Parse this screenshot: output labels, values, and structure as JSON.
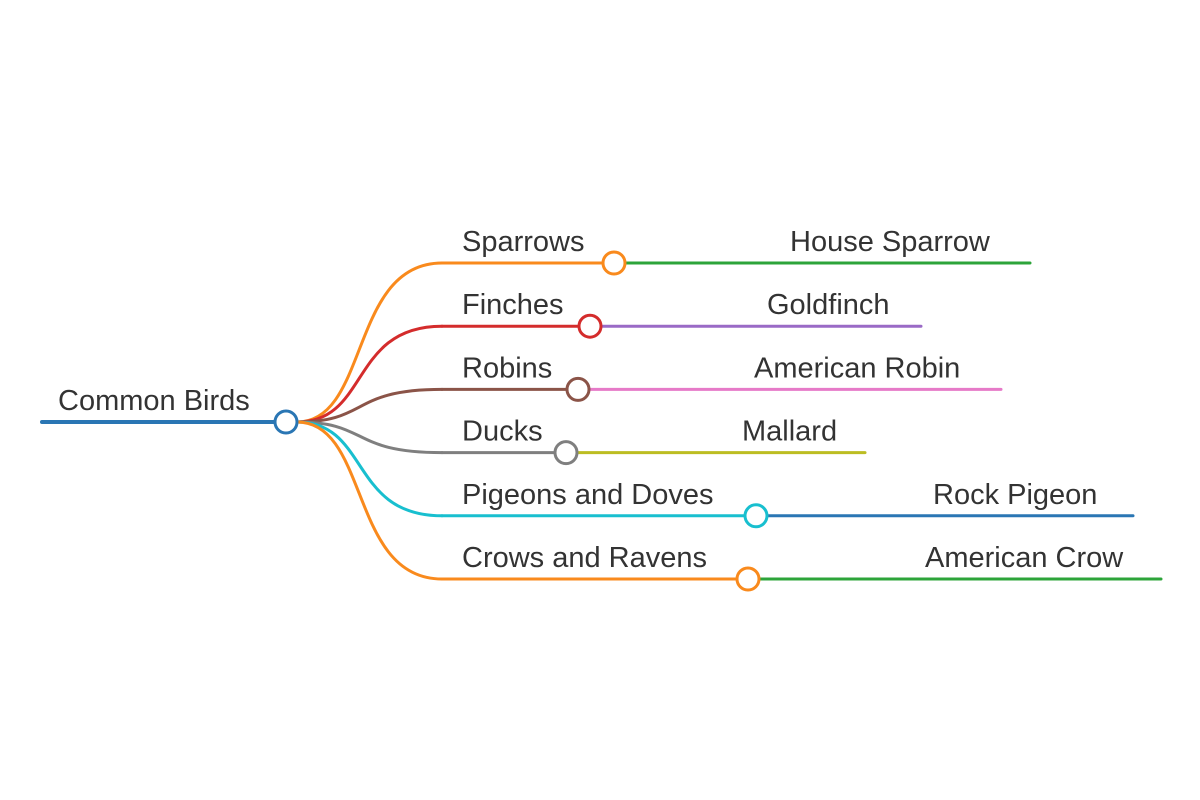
{
  "root": {
    "label": "Common Birds",
    "color": "#2a76b4"
  },
  "branches": [
    {
      "label": "Sparrows",
      "color": "#f98a1d",
      "child": {
        "label": "House Sparrow",
        "color": "#2da43a"
      }
    },
    {
      "label": "Finches",
      "color": "#d42c2c",
      "child": {
        "label": "Goldfinch",
        "color": "#9a6ac6"
      }
    },
    {
      "label": "Robins",
      "color": "#8b5448",
      "child": {
        "label": "American Robin",
        "color": "#e67ac8"
      }
    },
    {
      "label": "Ducks",
      "color": "#7f7f7f",
      "child": {
        "label": "Mallard",
        "color": "#bcbd22"
      }
    },
    {
      "label": "Pigeons and Doves",
      "color": "#18bfcf",
      "child": {
        "label": "Rock Pigeon",
        "color": "#2a76b4"
      }
    },
    {
      "label": "Crows and Ravens",
      "color": "#f98a1d",
      "child": {
        "label": "American Crow",
        "color": "#2da43a"
      }
    }
  ]
}
